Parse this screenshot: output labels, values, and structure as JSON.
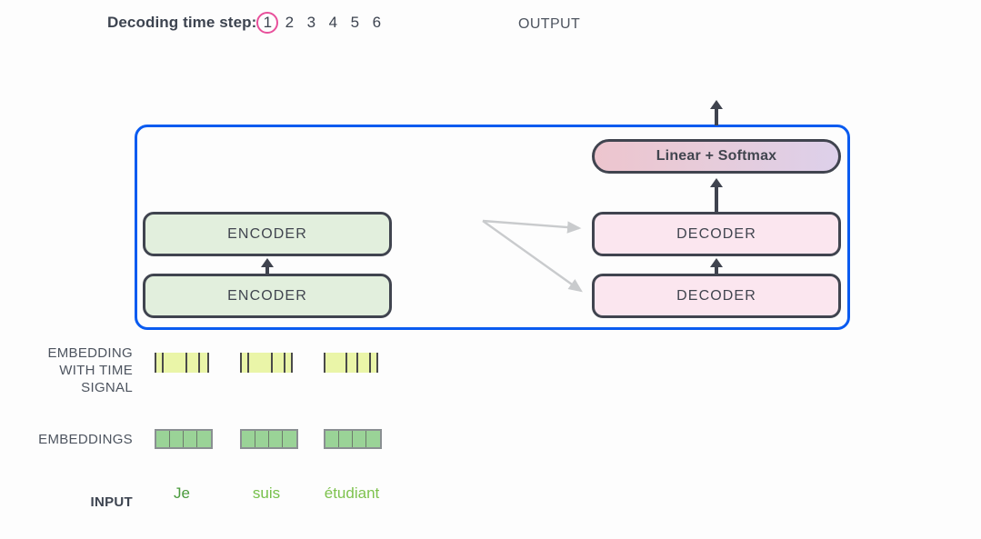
{
  "header": {
    "timestep_label": "Decoding time step:",
    "steps": [
      "1",
      "2",
      "3",
      "4",
      "5",
      "6"
    ],
    "active_step_index": 0,
    "active_circle_color": "#e8509b",
    "output_label": "OUTPUT"
  },
  "model": {
    "container_border_color": "#0a5bf0",
    "linear_softmax_label": "Linear + Softmax",
    "encoder_label": "ENCODER",
    "decoder_label": "DECODER",
    "encoder_fill": "#e2efdd",
    "decoder_fill": "#fbe6ef",
    "box_border_color": "#40444f",
    "encoders": [
      "ENCODER",
      "ENCODER"
    ],
    "decoders": [
      "DECODER",
      "DECODER"
    ],
    "cross_arrow_color": "#c9cbcd",
    "flow_arrow_color": "#3f434e"
  },
  "rows": {
    "embedding_with_time_signal_label": "EMBEDDING\nWITH TIME\nSIGNAL",
    "embedding_with_time_signal_lines": [
      "EMBEDDING",
      "WITH TIME",
      "SIGNAL"
    ],
    "embeddings_label": "EMBEDDINGS",
    "input_label": "INPUT"
  },
  "vectors": {
    "time_signal_color": "#eaf5a8",
    "time_signal_divider_color": "#4a4a4a",
    "embedding_color": "#9ad397",
    "embedding_border_color": "#8a8f92",
    "time_signal_blocks": [
      {
        "cell_widths": [
          10,
          26,
          14,
          10
        ]
      },
      {
        "cell_widths": [
          10,
          26,
          14,
          8
        ]
      },
      {
        "cell_widths": [
          26,
          12,
          14,
          8
        ]
      }
    ],
    "embedding_blocks": [
      {
        "cells": 4
      },
      {
        "cells": 4
      },
      {
        "cells": 4
      }
    ]
  },
  "input_words": [
    {
      "text": "Je",
      "color": "#4a9b3d"
    },
    {
      "text": "suis",
      "color": "#76c04a"
    },
    {
      "text": "étudiant",
      "color": "#7ec24e"
    }
  ]
}
